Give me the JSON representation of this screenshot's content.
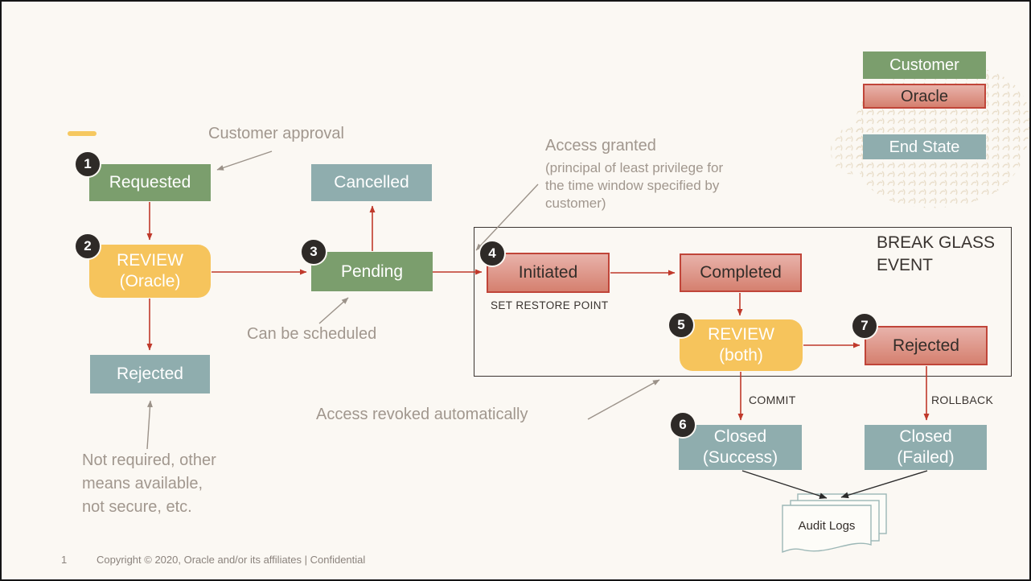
{
  "colors": {
    "background": "#fbf8f3",
    "customer_green": "#7b9e6d",
    "oracle_red_top": "#e8b2aa",
    "oracle_red_bottom": "#d5806f",
    "oracle_red_border": "#c04539",
    "end_state_blue": "#8fadae",
    "review_yellow": "#f6c45c",
    "flow_arrow_red": "#c0392b",
    "annotation_gray": "#a1978e",
    "badge_dark": "#2e2a27",
    "accent_dash_yellow": "#f6c860"
  },
  "legend": {
    "customer_label": "Customer",
    "oracle_label": "Oracle",
    "end_state_label": "End State"
  },
  "nodes": {
    "requested": {
      "badge": "1",
      "label": "Requested"
    },
    "review_oracle": {
      "badge": "2",
      "label": "REVIEW\n(Oracle)"
    },
    "cancelled": {
      "label": "Cancelled"
    },
    "pending": {
      "badge": "3",
      "label": "Pending"
    },
    "rejected_customer": {
      "label": "Rejected"
    },
    "initiated": {
      "badge": "4",
      "label": "Initiated"
    },
    "completed": {
      "label": "Completed"
    },
    "review_both": {
      "badge": "5",
      "label": "REVIEW\n(both)"
    },
    "rejected_review": {
      "badge": "7",
      "label": "Rejected"
    },
    "closed_success": {
      "badge": "6",
      "label": "Closed\n(Success)"
    },
    "closed_failed": {
      "label": "Closed\n(Failed)"
    },
    "audit_logs": {
      "label": "Audit Logs"
    }
  },
  "group": {
    "break_glass_title": "BREAK GLASS\nEVENT"
  },
  "annotations": {
    "customer_approval": "Customer approval",
    "access_granted_title": "Access granted",
    "access_granted_detail": "(principal of least privilege for\nthe time window specified by\ncustomer)",
    "can_be_scheduled": "Can be scheduled",
    "access_revoked": "Access revoked automatically",
    "not_required": "Not required, other\nmeans available,\nnot secure, etc.",
    "set_restore_point": "SET RESTORE POINT",
    "commit": "COMMIT",
    "rollback": "ROLLBACK"
  },
  "footer": {
    "page_number": "1",
    "copyright": "Copyright © 2020, Oracle and/or its affiliates  |  Confidential"
  }
}
